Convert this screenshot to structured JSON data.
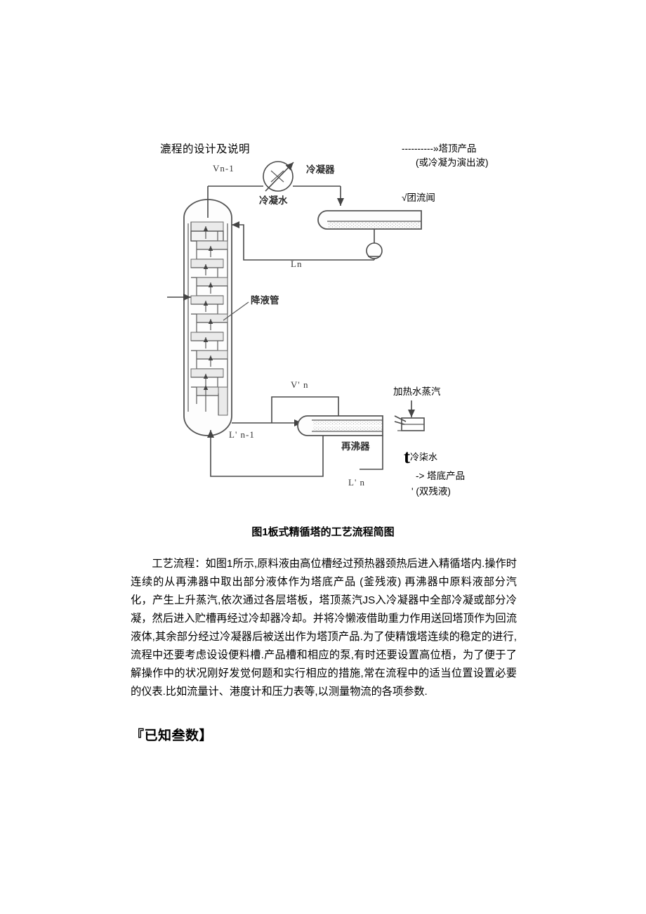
{
  "document": {
    "section_heading": "漉程的设计及说明",
    "figure_caption": "图1板式精循塔的工艺流程简图",
    "known_params_heading": "『已知叁数】"
  },
  "diagram": {
    "stream_labels": {
      "vapor_top": "Vn-1",
      "reflux": "Ln",
      "vapor_bottom": "V' n",
      "liquid_bottom_1": "L' n-1",
      "liquid_bottom_2": "L' n"
    },
    "equipment_labels": {
      "condenser": "冷凝器",
      "cooling_water": "冷凝水",
      "downcomer": "降液管",
      "reboiler": "再沸器"
    },
    "annotations": {
      "top_product": "----------»塔顶产品",
      "top_product_sub": "(或冷凝为演出波)",
      "reflux_note": "√团流闻",
      "heating_steam": "加热水蒸汽",
      "cooling_water_t": "t",
      "cooling_water_label": "冷柒水",
      "bottom_product": "-> 塔底产品",
      "bottom_product_sub": "'    (双残液)"
    }
  },
  "body": {
    "paragraph_1": "工艺流程：如图1所示,原料液由高位槽经过预热器颈热后进入精循塔内.操作时连续的从再沸器中取出部分液体作为塔底产品 (釜残液) 再沸器中原料液部分汽化，产生上升蒸汽,依次通过各层塔板，塔顶蒸汽JS入冷凝器中全部冷凝或部分冷凝，然后进入贮槽再经过冷却器冷却。并将冷懒液借助重力作用送回塔顶作为回流液体,其余部分经过冷凝器后被送出作为塔顶产品.为了使精饿塔连续的稳定的进行,流程中还要考虑设设便料槽.产品槽和相应的泵,有时还要设置高位梧，为了便于了解操作中的状况刚好发觉何题和实行相应的措施,常在流程中的适当位置设置必要的仪表.比如流量计、港度计和压力表等,以测量物流的各项参数."
  }
}
